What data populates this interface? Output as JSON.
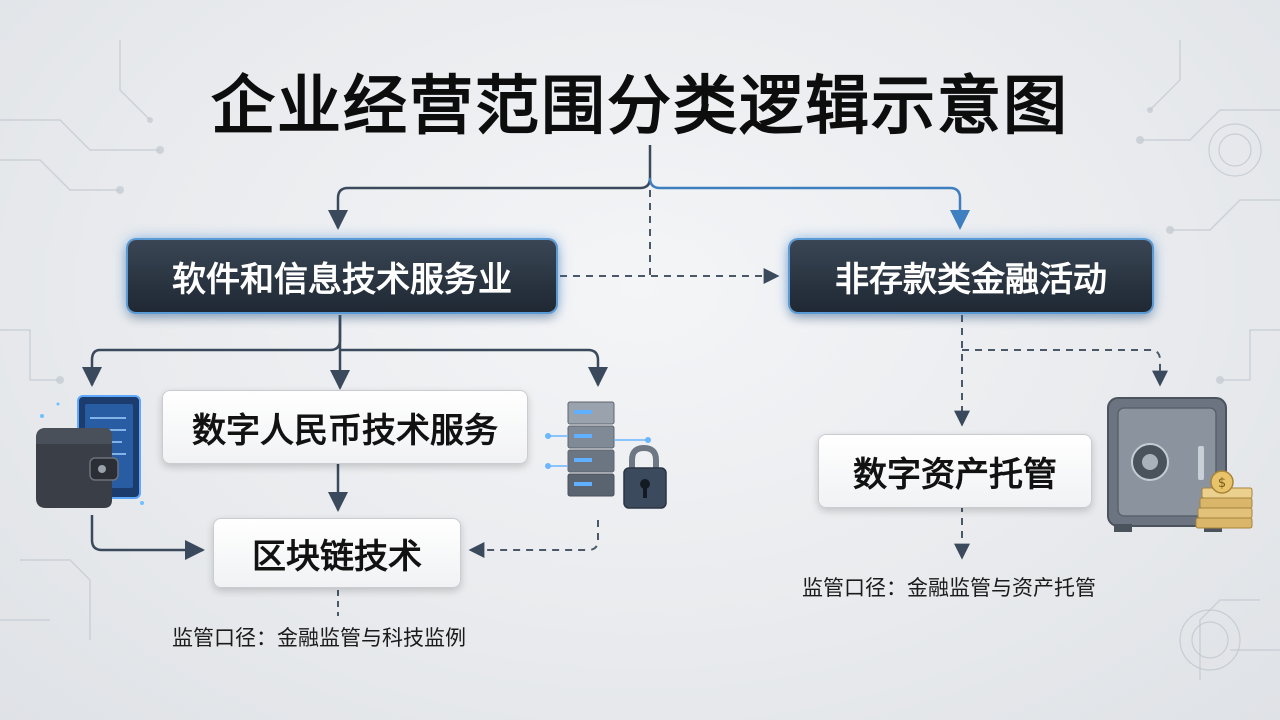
{
  "title": "企业经营范围分类逻辑示意图",
  "left_category": {
    "label": "软件和信息技术服务业",
    "sub1": "数字人民币技术服务",
    "sub2": "区块链技术",
    "note": "监管口径：金融监管与科技监例",
    "icons": [
      "digital-wallet-icon",
      "server-lock-icon"
    ]
  },
  "right_category": {
    "label": "非存款类金融活动",
    "sub1": "数字资产托管",
    "note": "监管口径：金融监管与资产托管",
    "icons": [
      "safe-coins-icon"
    ]
  },
  "colors": {
    "dark_box": "#26303b",
    "glow": "#5b9bd5",
    "arrow": "#3a4a5c"
  }
}
